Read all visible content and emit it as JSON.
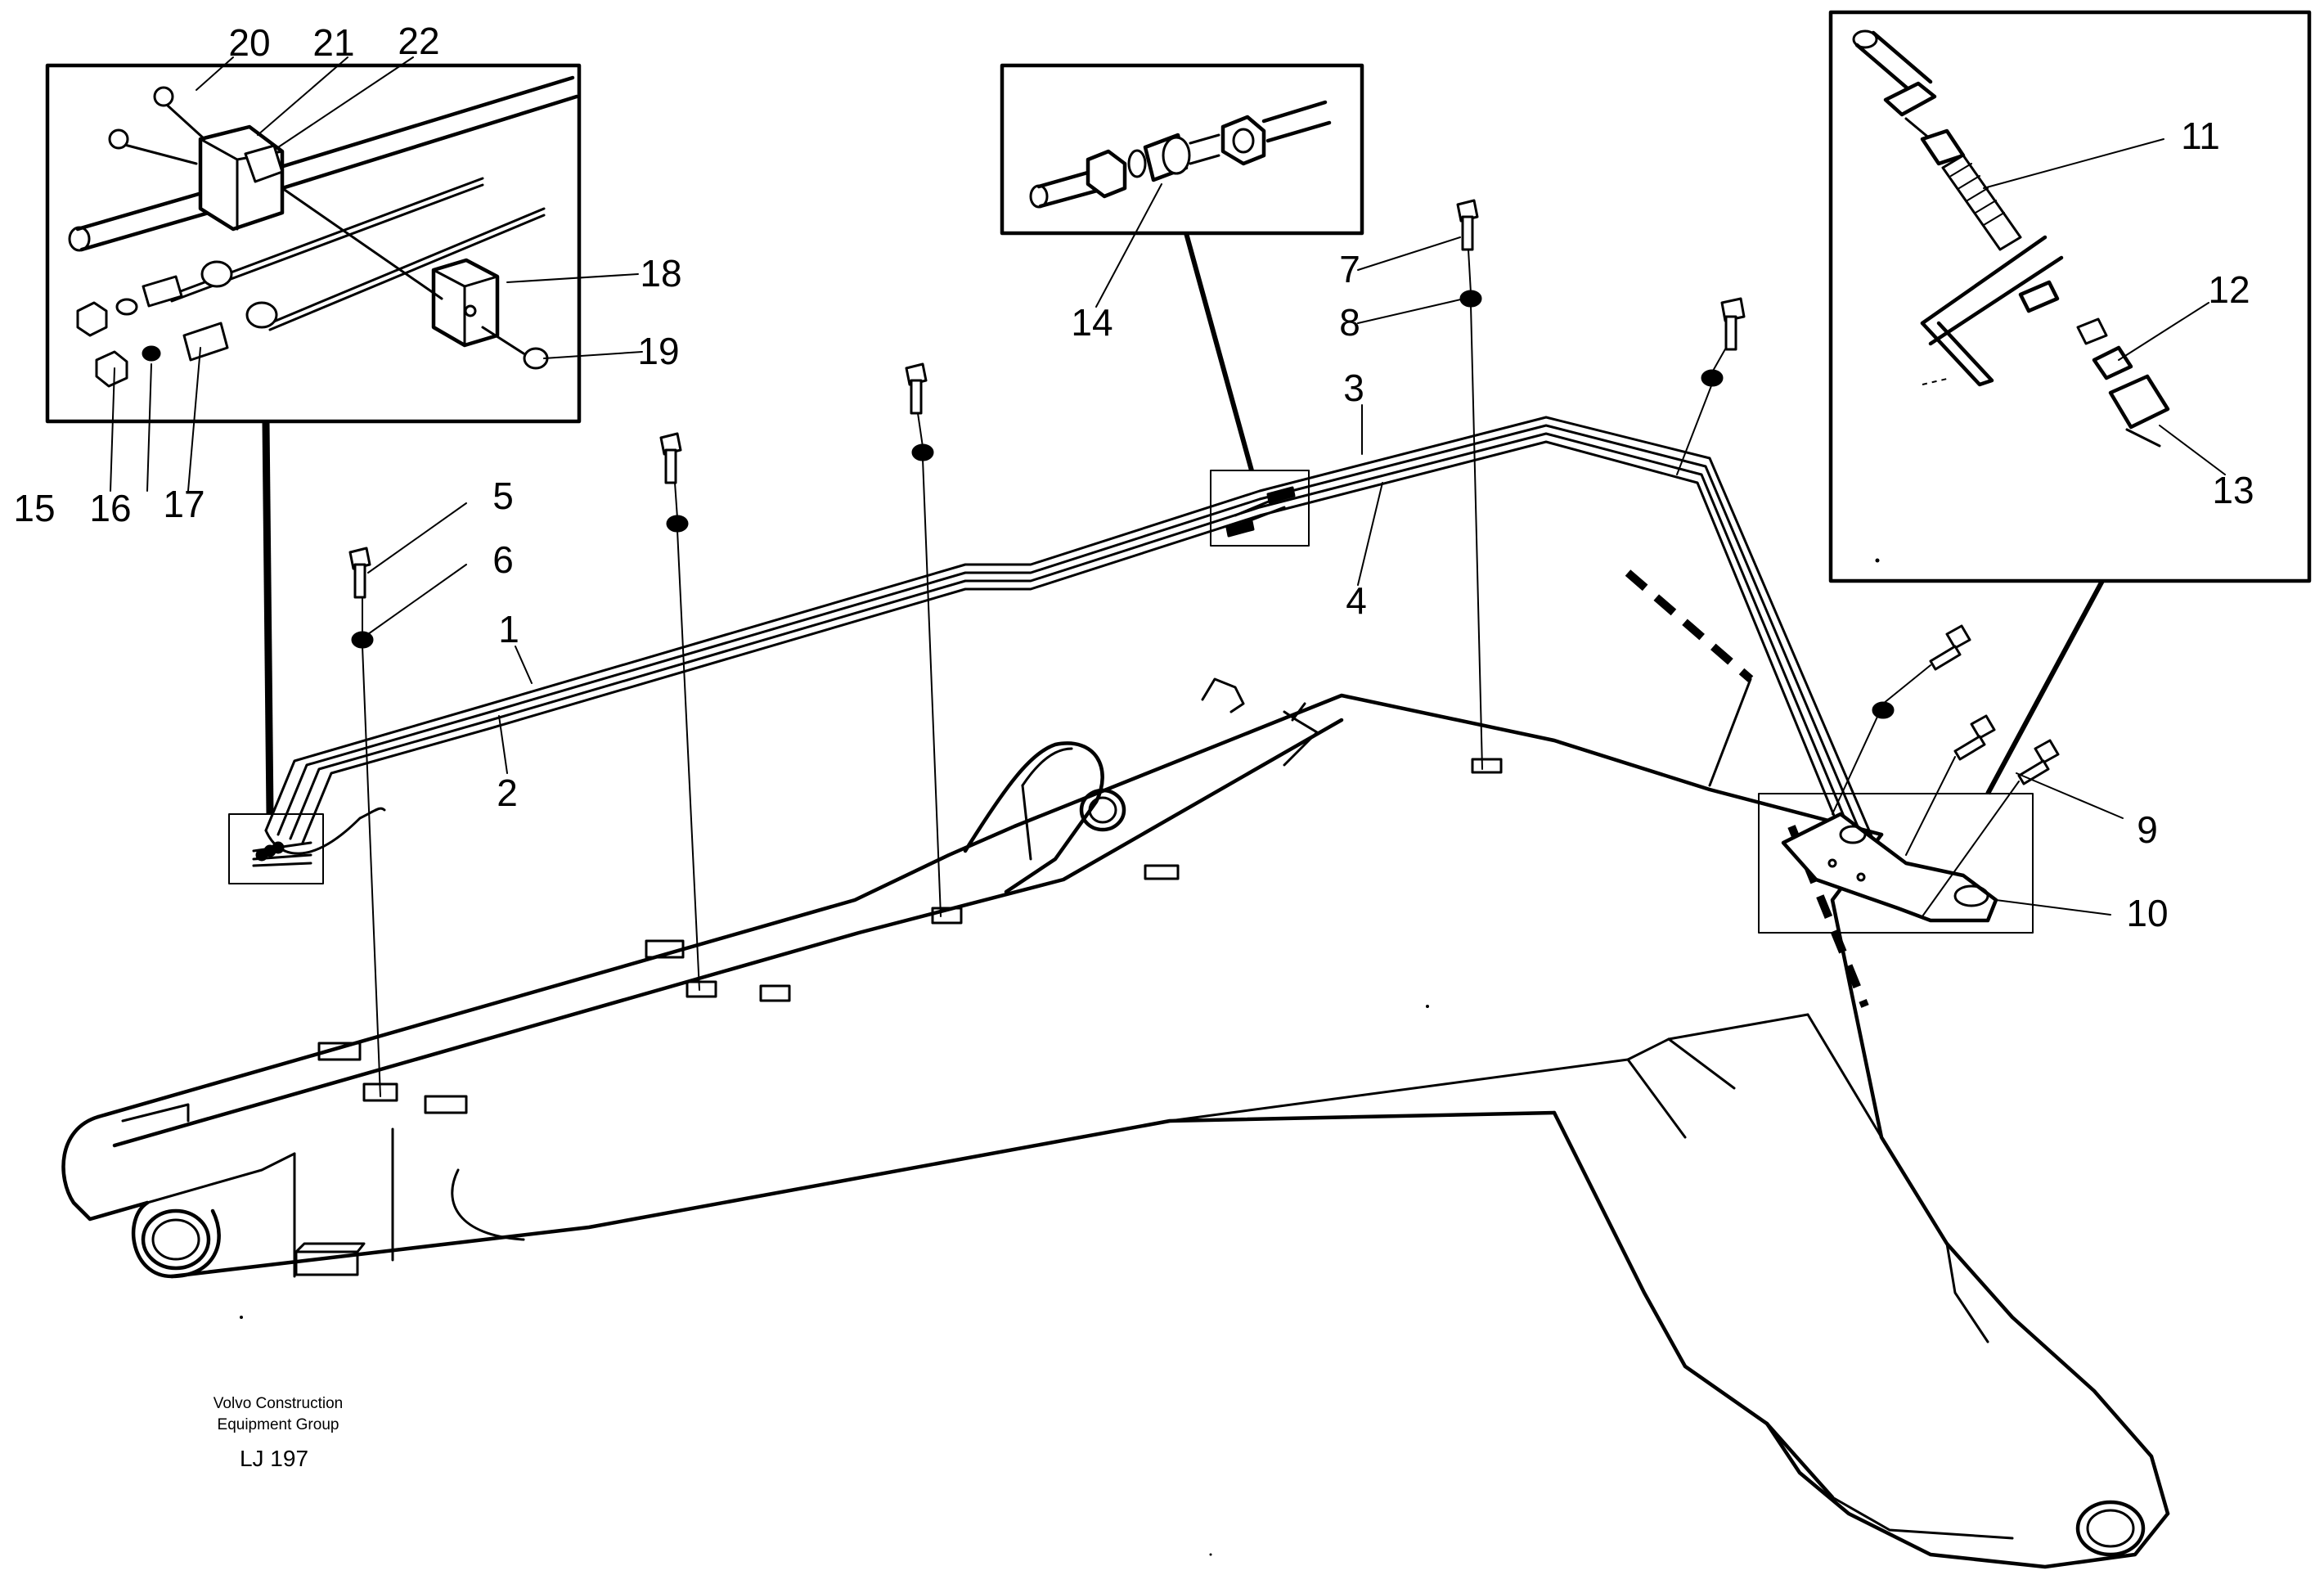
{
  "figure": {
    "callouts": [
      {
        "id": "c1",
        "text": "1"
      },
      {
        "id": "c2",
        "text": "2"
      },
      {
        "id": "c3",
        "text": "3"
      },
      {
        "id": "c4",
        "text": "4"
      },
      {
        "id": "c5",
        "text": "5"
      },
      {
        "id": "c6",
        "text": "6"
      },
      {
        "id": "c7",
        "text": "7"
      },
      {
        "id": "c8",
        "text": "8"
      },
      {
        "id": "c9",
        "text": "9"
      },
      {
        "id": "c10",
        "text": "10"
      },
      {
        "id": "c11",
        "text": "11"
      },
      {
        "id": "c12",
        "text": "12"
      },
      {
        "id": "c13",
        "text": "13"
      },
      {
        "id": "c14",
        "text": "14"
      },
      {
        "id": "c15",
        "text": "15"
      },
      {
        "id": "c16",
        "text": "16"
      },
      {
        "id": "c17",
        "text": "17"
      },
      {
        "id": "c18",
        "text": "18"
      },
      {
        "id": "c19",
        "text": "19"
      },
      {
        "id": "c20",
        "text": "20"
      },
      {
        "id": "c21",
        "text": "21"
      },
      {
        "id": "c22",
        "text": "22"
      }
    ],
    "credit_line1": "Volvo Construction",
    "credit_line2": "Equipment Group",
    "drawing_code": "LJ 197"
  }
}
